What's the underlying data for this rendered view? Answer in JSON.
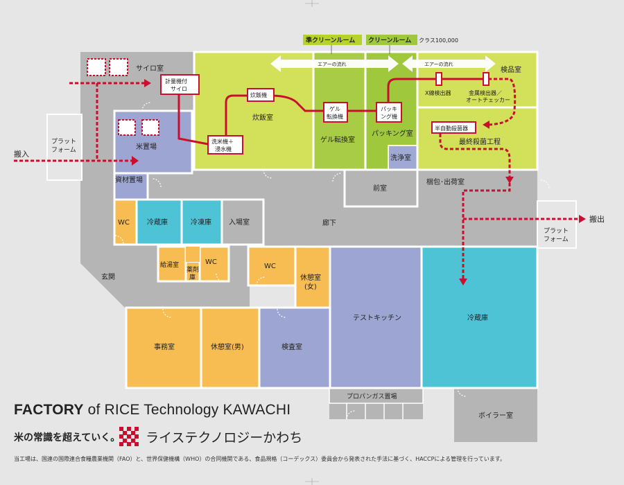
{
  "rooms": {
    "silo": "サイロ室",
    "rice_storage": "米置場",
    "material_storage": "資材置場",
    "platform_left_1": "プラット",
    "platform_left_2": "フォーム",
    "platform_right_1": "プラット",
    "platform_right_2": "フォーム",
    "cooking": "炊飯室",
    "gel_room": "ゲル転換室",
    "packing": "パッキング室",
    "washing": "洗浄室",
    "inspection": "検品室",
    "final_sterilization": "最終殺菌工程",
    "anteroom": "前室",
    "shipping": "梱包･出荷室",
    "corridor": "廊下",
    "wc1": "WC",
    "cold_storage_small": "冷蔵庫",
    "freezer": "冷凍庫",
    "entry_room": "入場室",
    "kitchenette": "給湯室",
    "medicine_1": "薬剤",
    "medicine_2": "庫",
    "wc2": "WC",
    "wc3": "WC",
    "rest_female_1": "休憩室",
    "rest_female_2": "(女)",
    "entrance": "玄関",
    "test_kitchen": "テストキッチン",
    "cold_storage_large": "冷蔵庫",
    "office": "事務室",
    "rest_male": "休憩室(男)",
    "lab": "検査室",
    "propane": "プロパンガス置場",
    "boiler": "ボイラー室"
  },
  "equipment": {
    "silo_scale_1": "計量機付",
    "silo_scale_2": "サイロ",
    "washer_1": "洗米機＋",
    "washer_2": "浸水機",
    "cooker": "炊飯機",
    "gel_1": "ゲル",
    "gel_2": "転換機",
    "packer_1": "パッキ",
    "packer_2": "ング機",
    "xray": "X線検出器",
    "metal_1": "金属検出器／",
    "metal_2": "オートチェッカー",
    "sterilizer": "半自動殺菌器"
  },
  "zones": {
    "semi_clean": "準クリーンルーム",
    "clean": "クリーンルーム",
    "clean_class": "クラス100,000",
    "airflow_1": "エアーの流れ",
    "airflow_2": "エアーの流れ"
  },
  "flow": {
    "in": "搬入",
    "out": "搬出"
  },
  "footer": {
    "title_bold": "FACTORY",
    "title_rest": " of RICE Technology KAWACHI",
    "slogan": "米の常識を超えていく。",
    "brand": "ライステクノロジーかわち",
    "note": "当工場は、国連の国際連合食糧農業機関（FAO）と、世界保健機構（WHO）の合同機関である、食品規格（コーデックス）委員会から発表された手法に基づく、HACCPによる管理を行っています。"
  },
  "colors": {
    "lime": "#d3e05a",
    "green": "#9fc83d",
    "lavender": "#9da6d3",
    "cyan": "#4fc3d6",
    "orange": "#f8bd52",
    "gray": "#b5b5b5",
    "flow_red": "#c8102e"
  }
}
